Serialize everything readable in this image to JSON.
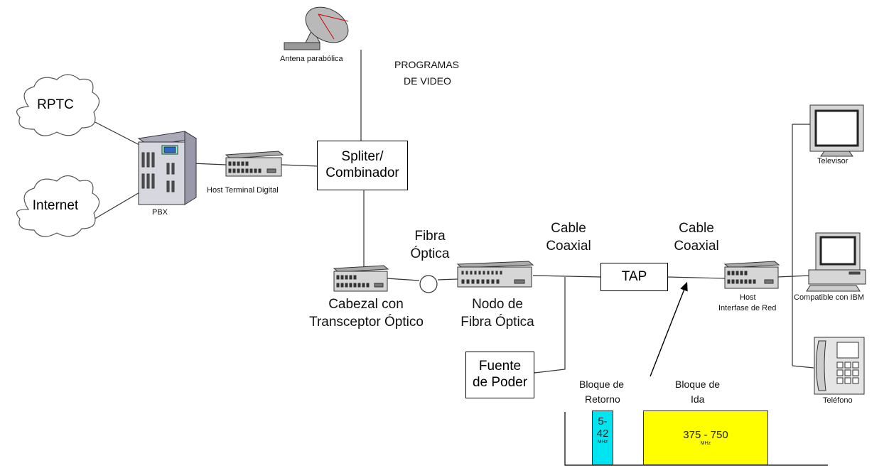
{
  "clouds": {
    "rptc": "RPTC",
    "internet": "Internet"
  },
  "labels": {
    "pbx": "PBX",
    "host_terminal": "Host Terminal Digital",
    "antena": "Antena parabólica",
    "programas_1": "PROGRAMAS",
    "programas_2": "DE VIDEO",
    "cabezal_1": "Cabezal con",
    "cabezal_2": "Transceptor Óptico",
    "fibra_1": "Fibra",
    "fibra_2": "Óptica",
    "nodo_1": "Nodo de",
    "nodo_2": "Fibra Óptica",
    "cable1_1": "Cable",
    "cable1_2": "Coaxial",
    "cable2_1": "Cable",
    "cable2_2": "Coaxial",
    "host_1": "Host",
    "host_2": "Interfase de Red",
    "televisor": "Televisor",
    "compatible": "Compatible con IBM",
    "telefono": "Teléfono",
    "bloque_retorno_1": "Bloque de",
    "bloque_retorno_2": "Retorno",
    "bloque_ida_1": "Bloque de",
    "bloque_ida_2": "Ida"
  },
  "boxes": {
    "spliter_1": "Spliter/",
    "spliter_2": "Combinador",
    "tap": "TAP",
    "fuente_1": "Fuente",
    "fuente_2": "de Poder"
  },
  "spectrum": {
    "return_1": "5-",
    "return_2": "42",
    "return_unit": "MHz",
    "forward": "375 - 750",
    "forward_unit": "MHz",
    "return_color": "#00e5f0",
    "forward_color": "#ffff00"
  }
}
